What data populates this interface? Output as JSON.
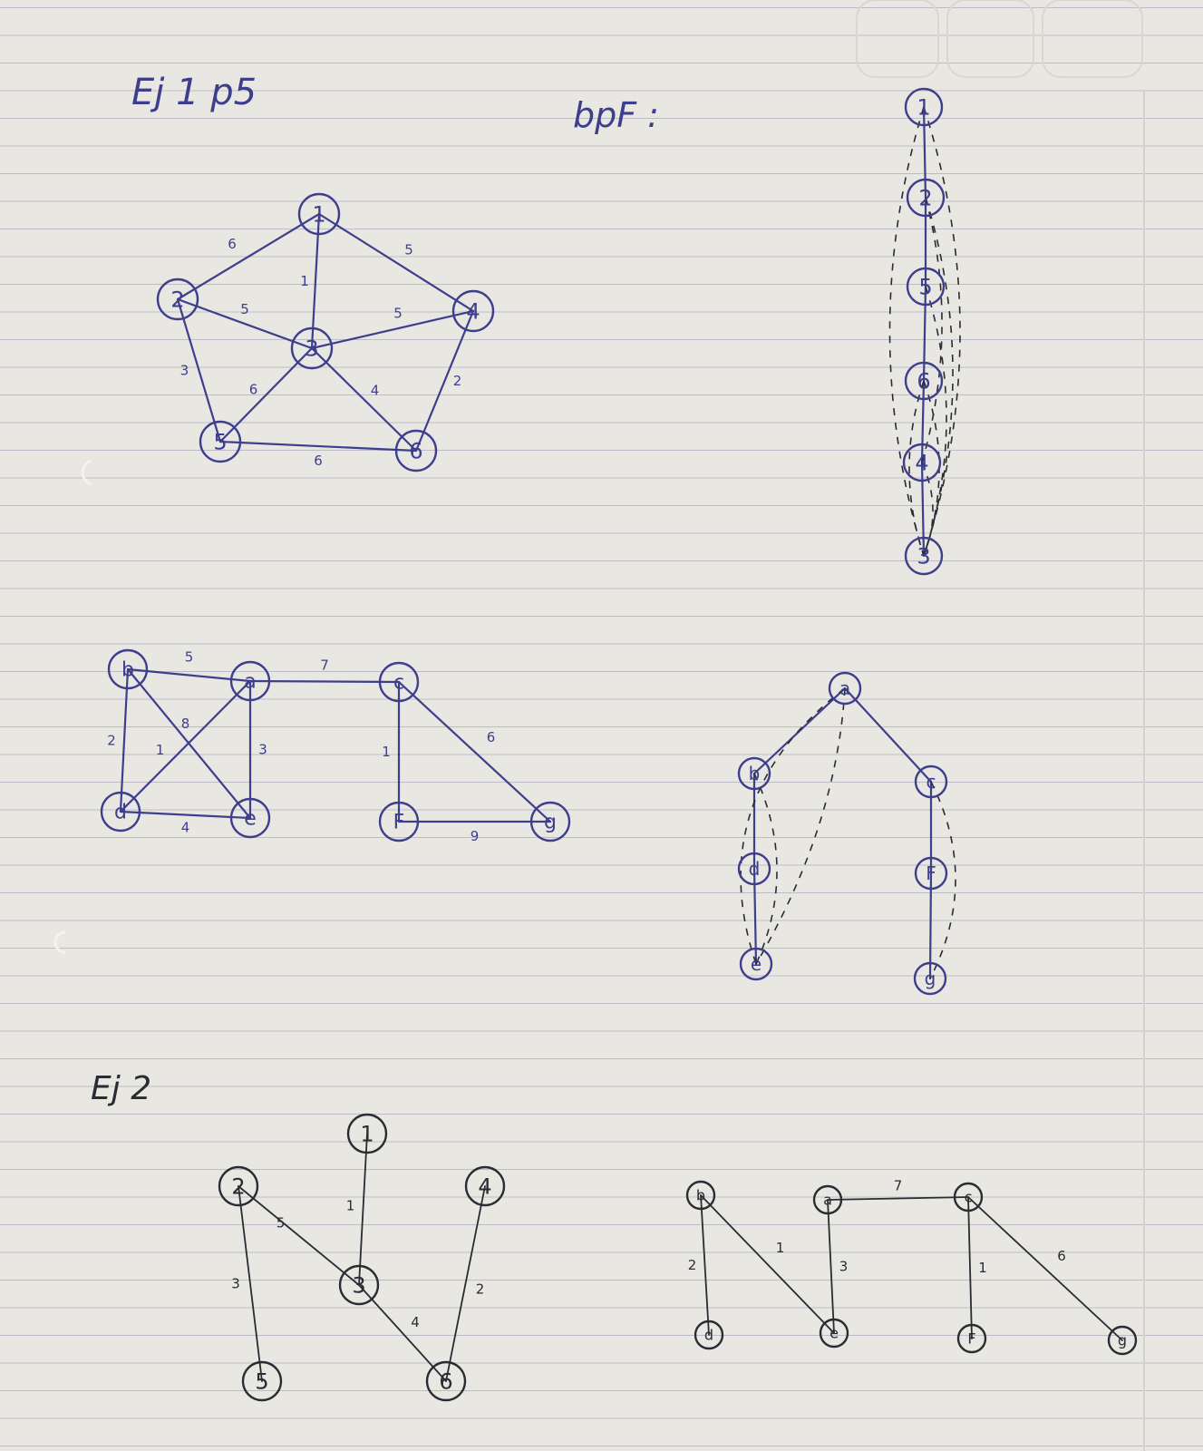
{
  "headings": {
    "ej1": "Ej 1 p5",
    "bpf": "bpF :",
    "ej2": "Ej 2"
  },
  "colors": {
    "paper": "#e9e7e2",
    "rule_line": "#bdbcc6",
    "blue_ink": "#3d3f8c",
    "dark_ink": "#2a2b33"
  },
  "graph1": {
    "nodes": [
      "1",
      "2",
      "3",
      "4",
      "5",
      "6"
    ],
    "edges": [
      {
        "from": "1",
        "to": "2",
        "weight": "6"
      },
      {
        "from": "1",
        "to": "4",
        "weight": "5"
      },
      {
        "from": "1",
        "to": "3",
        "weight": "1"
      },
      {
        "from": "2",
        "to": "3",
        "weight": "5"
      },
      {
        "from": "3",
        "to": "4",
        "weight": "5"
      },
      {
        "from": "2",
        "to": "5",
        "weight": "3"
      },
      {
        "from": "3",
        "to": "5",
        "weight": "6"
      },
      {
        "from": "3",
        "to": "6",
        "weight": "4"
      },
      {
        "from": "4",
        "to": "6",
        "weight": "2"
      },
      {
        "from": "5",
        "to": "6",
        "weight": "6"
      }
    ]
  },
  "dfs_tree1": {
    "order": [
      "1",
      "2",
      "5",
      "6",
      "4",
      "3"
    ]
  },
  "graph2": {
    "nodes": [
      "b",
      "a",
      "c",
      "d",
      "e",
      "F",
      "g"
    ],
    "edges": [
      {
        "from": "b",
        "to": "a",
        "weight": "5"
      },
      {
        "from": "a",
        "to": "c",
        "weight": "7"
      },
      {
        "from": "b",
        "to": "d",
        "weight": "2"
      },
      {
        "from": "b",
        "to": "e",
        "weight": "8"
      },
      {
        "from": "a",
        "to": "d",
        "weight": "1"
      },
      {
        "from": "a",
        "to": "e",
        "weight": "3"
      },
      {
        "from": "d",
        "to": "e",
        "weight": "4"
      },
      {
        "from": "c",
        "to": "F",
        "weight": "1"
      },
      {
        "from": "c",
        "to": "g",
        "weight": "6"
      },
      {
        "from": "F",
        "to": "g",
        "weight": "9"
      }
    ]
  },
  "dfs_tree2": {
    "nodes": [
      "a",
      "b",
      "d",
      "e",
      "c",
      "F",
      "g"
    ]
  },
  "mst1": {
    "nodes": [
      "1",
      "2",
      "3",
      "4",
      "5",
      "6"
    ],
    "edges": [
      {
        "from": "2",
        "to": "3",
        "weight": "5"
      },
      {
        "from": "1",
        "to": "3",
        "weight": "1"
      },
      {
        "from": "2",
        "to": "5",
        "weight": "3"
      },
      {
        "from": "3",
        "to": "6",
        "weight": "4"
      },
      {
        "from": "4",
        "to": "6",
        "weight": "2"
      }
    ]
  },
  "mst2": {
    "nodes": [
      "b",
      "a",
      "c",
      "d",
      "e",
      "F",
      "g"
    ],
    "edges": [
      {
        "from": "b",
        "to": "d",
        "weight": "2"
      },
      {
        "from": "b",
        "to": "e",
        "weight": "1"
      },
      {
        "from": "a",
        "to": "e",
        "weight": "3"
      },
      {
        "from": "a",
        "to": "c",
        "weight": "7"
      },
      {
        "from": "c",
        "to": "F",
        "weight": "1"
      },
      {
        "from": "c",
        "to": "g",
        "weight": "6"
      }
    ]
  }
}
